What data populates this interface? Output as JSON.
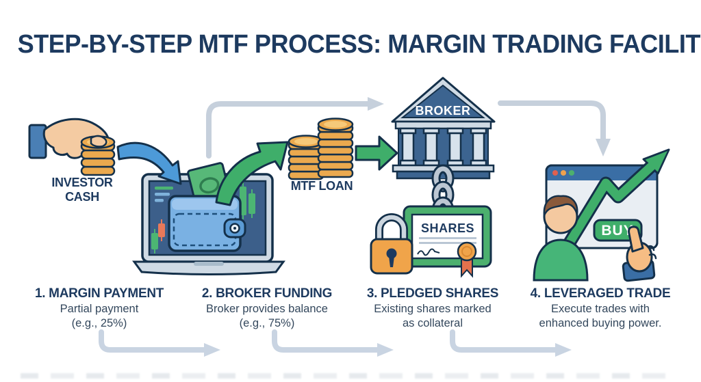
{
  "title": "STEP-BY-STEP MTF PROCESS: MARGIN TRADING FACILITY",
  "flow": {
    "investor_cash": {
      "line1": "INVESTOR",
      "line2": "CASH"
    },
    "mtf_loan": "MTF LOAN",
    "broker": "BROKER",
    "shares": "SHARES",
    "buy": "BUY"
  },
  "steps": [
    {
      "heading": "1. MARGIN PAYMENT",
      "desc_line1": "Partial payment",
      "desc_line2": "(e.g., 25%)"
    },
    {
      "heading": "2. BROKER FUNDING",
      "desc_line1": "Broker provides balance",
      "desc_line2": "(e.g., 75%)"
    },
    {
      "heading": "3. PLEDGED SHARES",
      "desc_line1": "Existing shares marked",
      "desc_line2": "as collateral"
    },
    {
      "heading": "4. LEVERAGED TRADE",
      "desc_line1": "Execute trades with",
      "desc_line2": "enhanced buying power."
    }
  ],
  "icons": {
    "hand_coins": "hand-giving-coins-icon",
    "cash_arrow": "blue-curved-arrow-icon",
    "laptop_wallet": "laptop-with-wallet-icon",
    "funding_arrow": "green-curved-arrow-icon",
    "coin_stacks": "gold-coin-stacks-icon",
    "loan_arrow": "green-right-arrow-icon",
    "broker_bank": "bank-building-icon",
    "chain": "chain-links-icon",
    "pledged_shares": "share-certificate-padlock-icon",
    "leveraged_trade": "browser-buy-trader-icon",
    "flow_connectors": "gray-flow-arrow-icons"
  },
  "colors": {
    "title_navy": "#1d3a5f",
    "outline_navy": "#14304a",
    "green": "#3fae6a",
    "blue_arrow": "#4d9ad8",
    "gold_coin": "#eba94e",
    "orange": "#f0a44a",
    "flow_gray": "#c6d0dc",
    "bank_blue": "#3c6490",
    "wallet_blue": "#7ab1e3",
    "browser_bar_blue": "#3a6ea5",
    "screen_blue": "#3c5f8a",
    "skin": "#f4c9a0"
  }
}
